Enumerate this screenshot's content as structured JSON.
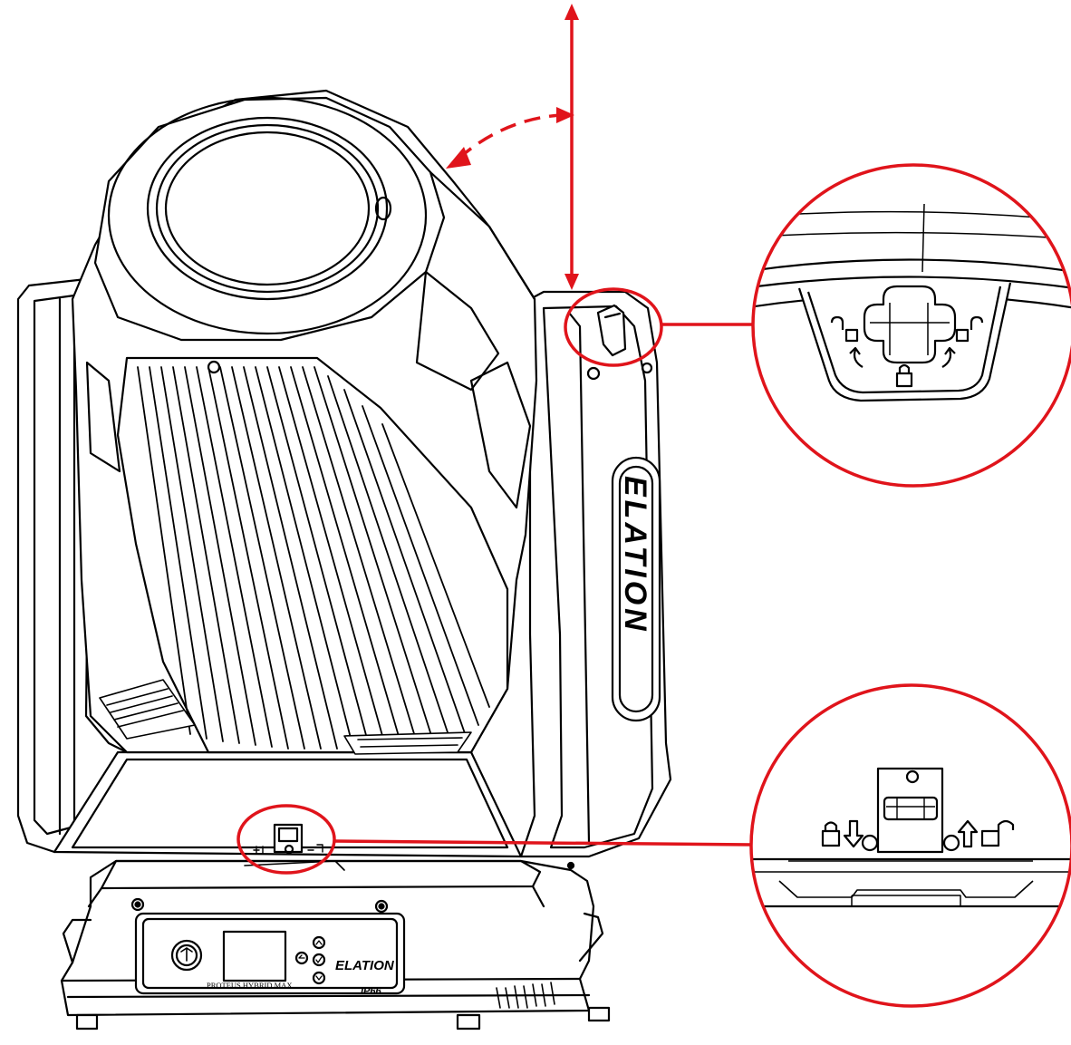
{
  "fixture": {
    "brand_logo": "ELATION",
    "panel_logo": "ELATION",
    "model_label": "PROTEUS HYBRID MAX",
    "ip_rating": "IP66"
  },
  "colors": {
    "annotation": "#e0141b",
    "line_art": "#000000",
    "background": "#ffffff"
  },
  "icons": {
    "tilt_lock_detail": [
      "unlocked-padlock-icon",
      "rotate-arrow-icon",
      "locked-padlock-icon"
    ],
    "pan_lock_detail": [
      "locked-padlock-icon",
      "down-arrow-icon",
      "up-arrow-icon",
      "unlocked-padlock-icon"
    ],
    "control_panel": [
      "power-icon",
      "back-icon",
      "up-icon",
      "enter-icon",
      "down-icon"
    ]
  }
}
